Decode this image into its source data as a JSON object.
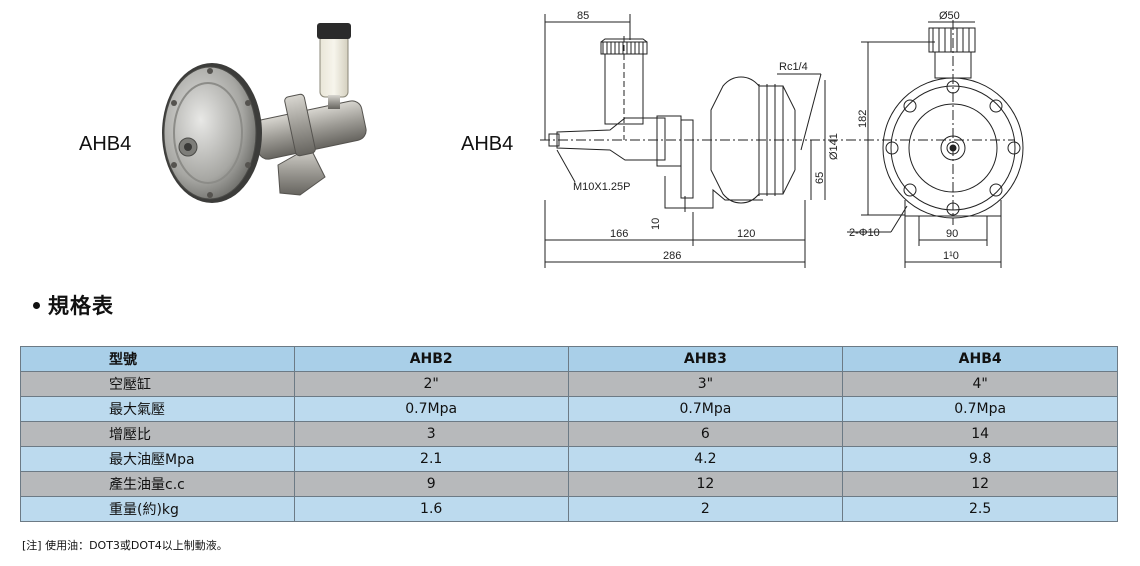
{
  "product_photo": {
    "label": "AHB4"
  },
  "drawing": {
    "label": "AHB4",
    "dims": {
      "d85": "85",
      "d50": "Ø50",
      "rc": "Rc1/4",
      "d141": "Ø141",
      "d182": "182",
      "d65": "65",
      "d10": "10",
      "thread": "M10X1.25P",
      "d166": "166",
      "d120": "120",
      "d286": "286",
      "holes": "2-Φ10",
      "d90": "90",
      "d110": "1¹0"
    }
  },
  "section_title": "規格表",
  "table": {
    "header": [
      "型號",
      "AHB2",
      "AHB3",
      "AHB4"
    ],
    "rows": [
      [
        "空壓缸",
        "2\"",
        "3\"",
        "4\""
      ],
      [
        "最大氣壓",
        "0.7Mpa",
        "0.7Mpa",
        "0.7Mpa"
      ],
      [
        "增壓比",
        "3",
        "6",
        "14"
      ],
      [
        "最大油壓Mpa",
        "2.1",
        "4.2",
        "9.8"
      ],
      [
        "產生油量c.c",
        "9",
        "12",
        "12"
      ],
      [
        "重量(約)kg",
        "1.6",
        "2",
        "2.5"
      ]
    ]
  },
  "note": "[注] 使用油：DOT3或DOT4以上制動液。",
  "colors": {
    "header_bg": "#a9cfe8",
    "blue_row": "#bcdaee",
    "gray_row": "#b7b9bb"
  }
}
